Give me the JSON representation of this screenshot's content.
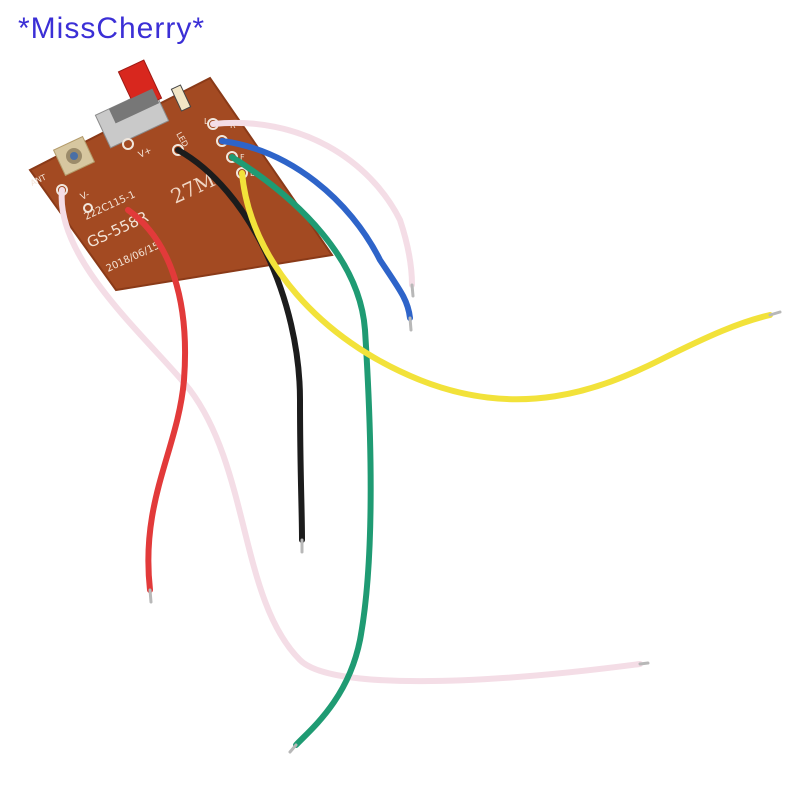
{
  "watermark": {
    "text": "*MissCherry*",
    "color": "#3b2fd6"
  },
  "board": {
    "labels": {
      "part_code": "222C115-1",
      "model": "GS-558R",
      "frequency": "27M",
      "date": "2018/06/15",
      "antenna": "ANT",
      "led": "LED",
      "pin_l": "L",
      "pin_r": "R",
      "pin_f": "F",
      "pin_b": "B",
      "v_plus": "V+",
      "v_minus": "V-"
    },
    "colors": {
      "pcb": "#a34a22",
      "pcb_edge": "#8a3a18",
      "switch_red": "#d8271e",
      "switch_body": "#c9c9c9"
    }
  },
  "wires": [
    {
      "name": "red",
      "color": "#e23a3a"
    },
    {
      "name": "black",
      "color": "#1c1c1c"
    },
    {
      "name": "white",
      "color": "#f4dde6"
    },
    {
      "name": "green",
      "color": "#1f9b73"
    },
    {
      "name": "blue",
      "color": "#2e64c9"
    },
    {
      "name": "yellow",
      "color": "#f2e23a"
    },
    {
      "name": "white-right",
      "color": "#f4dde6"
    }
  ]
}
